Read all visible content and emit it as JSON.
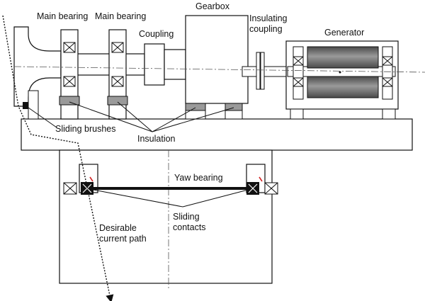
{
  "labels": {
    "main_bearing_1": "Main bearing",
    "main_bearing_2": "Main bearing",
    "gearbox": "Gearbox",
    "coupling": "Coupling",
    "insulating_coupling_line1": "Insulating",
    "insulating_coupling_line2": "coupling",
    "generator": "Generator",
    "sliding_brushes": "Sliding brushes",
    "insulation": "Insulation",
    "yaw_bearing": "Yaw bearing",
    "sliding_contacts_line1": "Sliding",
    "sliding_contacts_line2": "contacts",
    "current_path_line1": "Desirable",
    "current_path_line2": "current path"
  },
  "colors": {
    "line": "#111111",
    "insulation": "#9a9a9a",
    "contact_mark": "#d22222",
    "generator_core": "#666666"
  }
}
